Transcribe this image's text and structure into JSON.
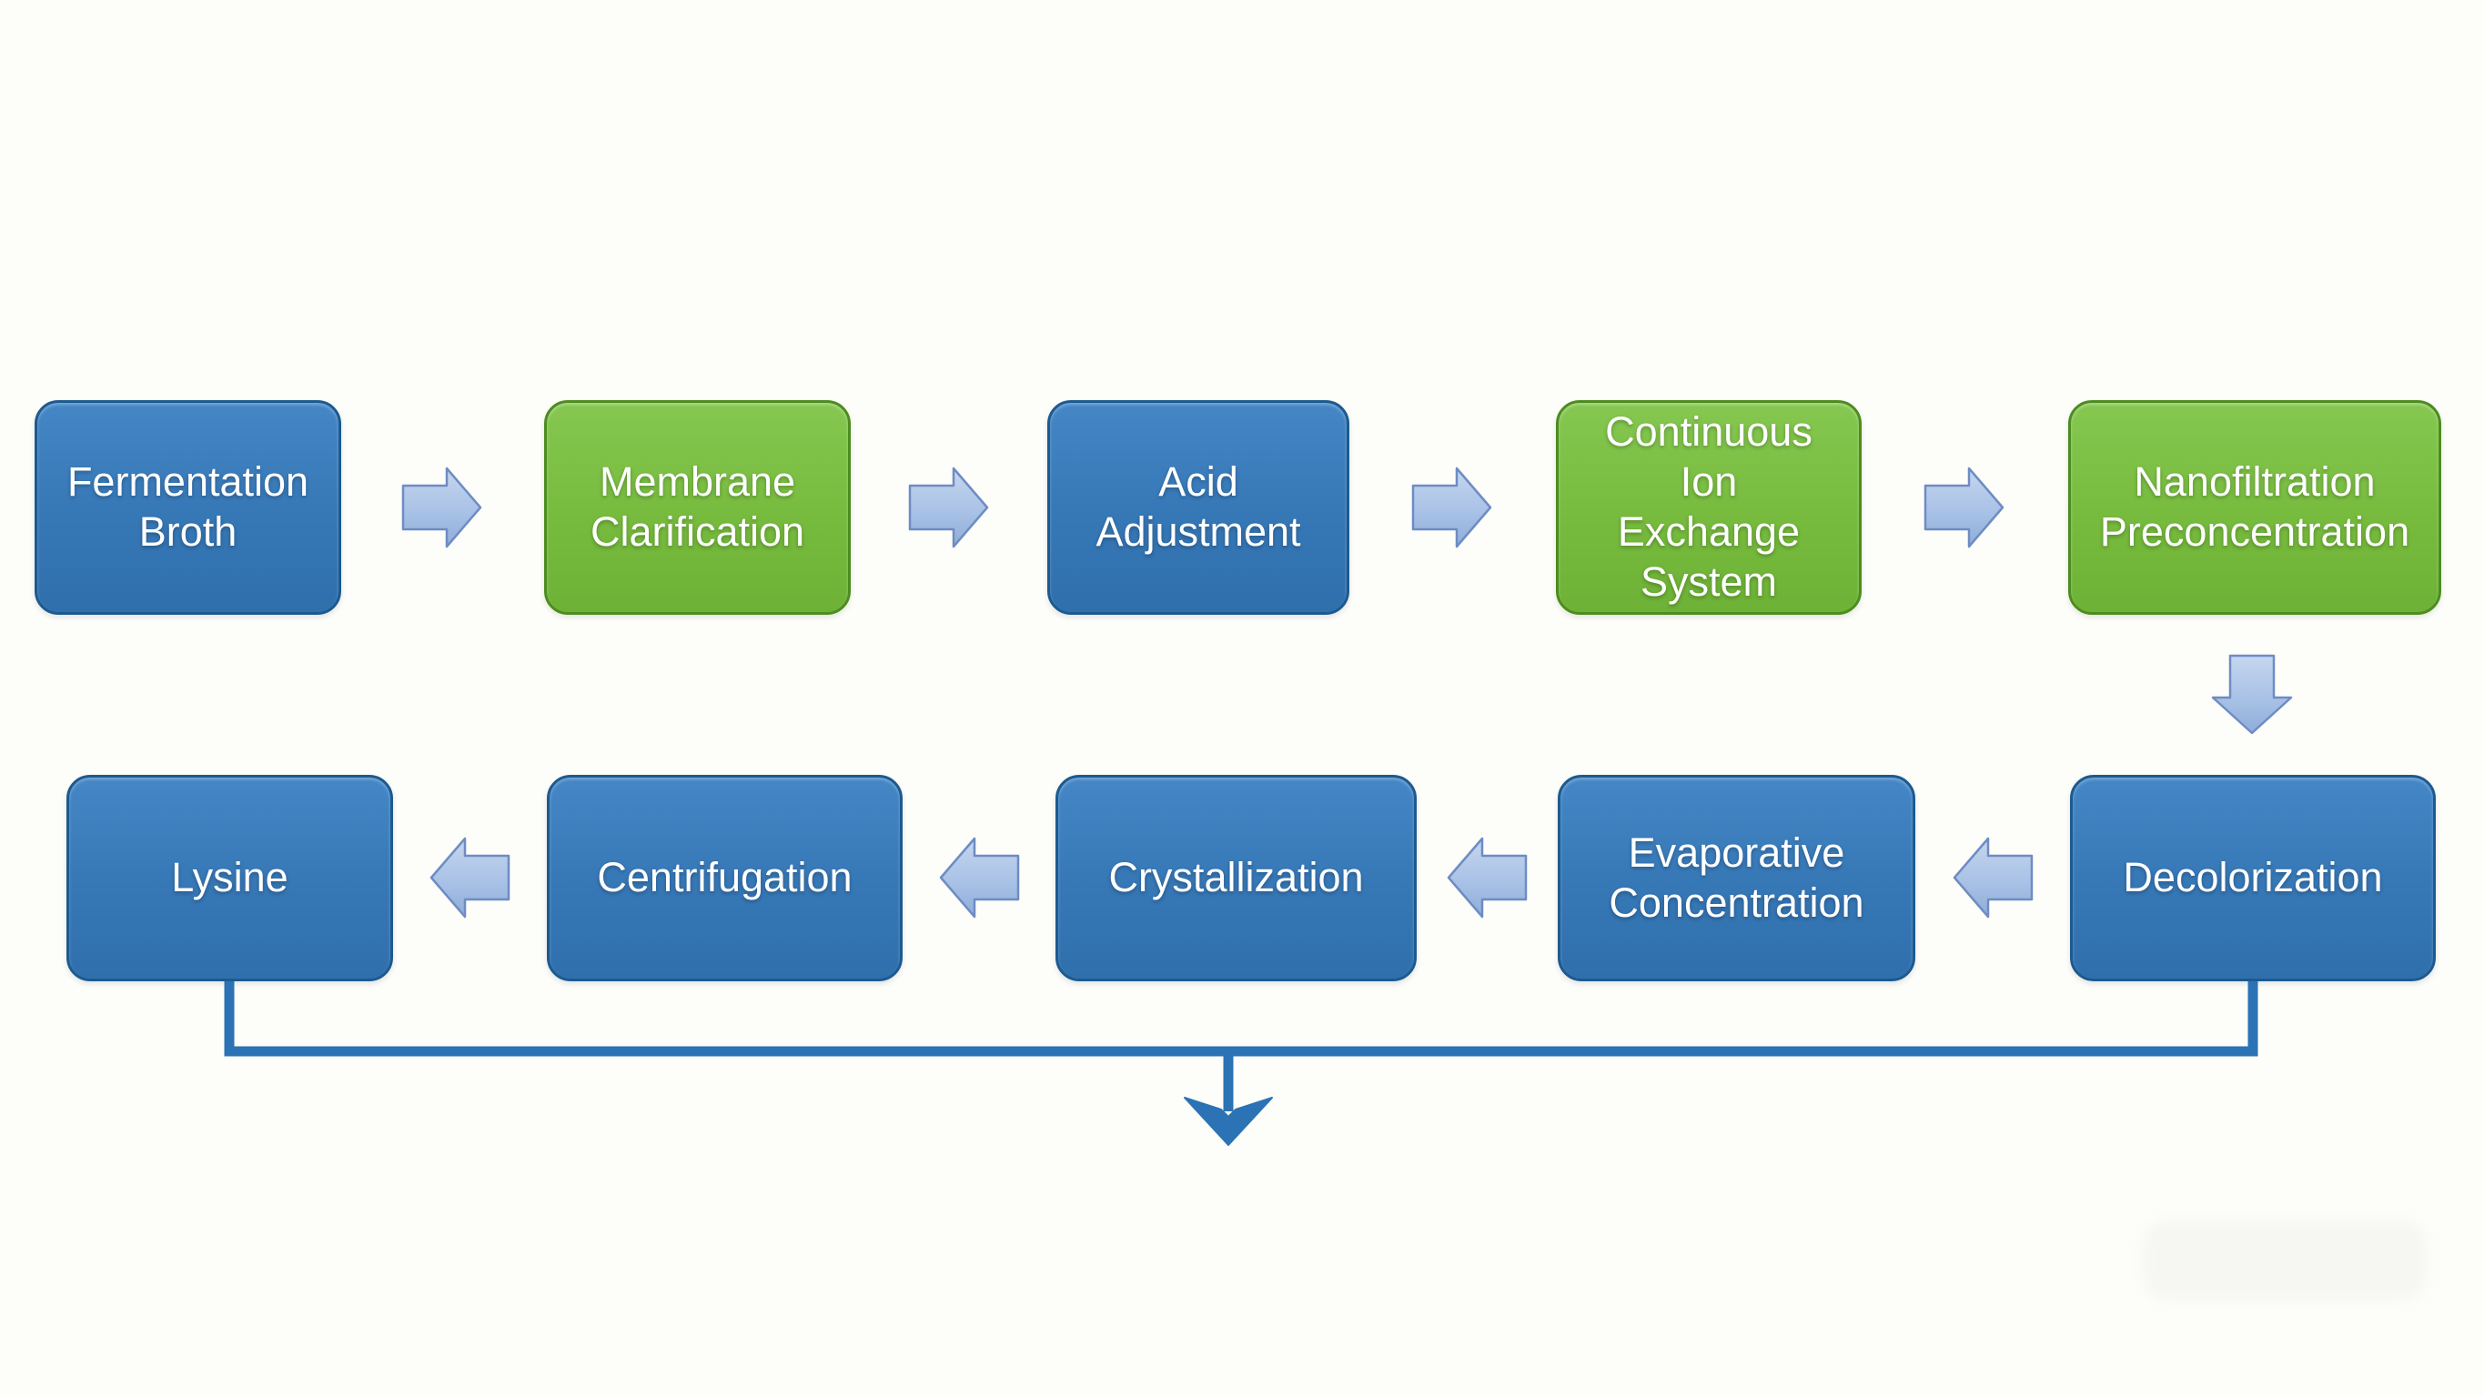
{
  "diagram": {
    "type": "process-flowchart",
    "background_color": "#fdfdf9",
    "colors": {
      "node_blue": "#3778b7",
      "node_blue_border": "#1c5a8f",
      "node_green": "#77bb3e",
      "node_green_border": "#4d8c20",
      "node_text": "#ffffff",
      "block_arrow_fill": "#aec6e8",
      "block_arrow_border": "#6e8cc4",
      "connector_line": "#2b73b4"
    },
    "rows": [
      {
        "direction": "left-to-right",
        "boxes": [
          {
            "label": "Fermentation\nBroth",
            "color": "blue"
          },
          {
            "label": "Membrane\nClarification",
            "color": "green"
          },
          {
            "label": "Acid\nAdjustment",
            "color": "blue"
          },
          {
            "label": "Continuous Ion\nExchange\nSystem",
            "color": "green"
          },
          {
            "label": "Nanofiltration\nPreconcentration",
            "color": "green"
          }
        ]
      },
      {
        "direction": "right-to-left",
        "boxes": [
          {
            "label": "Lysine",
            "color": "blue"
          },
          {
            "label": "Centrifugation",
            "color": "blue"
          },
          {
            "label": "Crystallization",
            "color": "blue"
          },
          {
            "label": "Evaporative\nConcentration",
            "color": "blue"
          },
          {
            "label": "Decolorization",
            "color": "blue"
          }
        ]
      }
    ],
    "connections": [
      {
        "from": "Fermentation Broth",
        "to": "Membrane Clarification",
        "style": "block-arrow-right"
      },
      {
        "from": "Membrane Clarification",
        "to": "Acid Adjustment",
        "style": "block-arrow-right"
      },
      {
        "from": "Acid Adjustment",
        "to": "Continuous Ion Exchange System",
        "style": "block-arrow-right"
      },
      {
        "from": "Continuous Ion Exchange System",
        "to": "Nanofiltration Preconcentration",
        "style": "block-arrow-right"
      },
      {
        "from": "Nanofiltration Preconcentration",
        "to": "Decolorization",
        "style": "block-arrow-down"
      },
      {
        "from": "Decolorization",
        "to": "Evaporative Concentration",
        "style": "block-arrow-left"
      },
      {
        "from": "Evaporative Concentration",
        "to": "Crystallization",
        "style": "block-arrow-left"
      },
      {
        "from": "Crystallization",
        "to": "Centrifugation",
        "style": "block-arrow-left"
      },
      {
        "from": "Centrifugation",
        "to": "Lysine",
        "style": "block-arrow-left"
      },
      {
        "from": "Lysine + Decolorization bottom rail",
        "to": "downward output arrow",
        "style": "elbow-line-down-arrow"
      }
    ]
  }
}
